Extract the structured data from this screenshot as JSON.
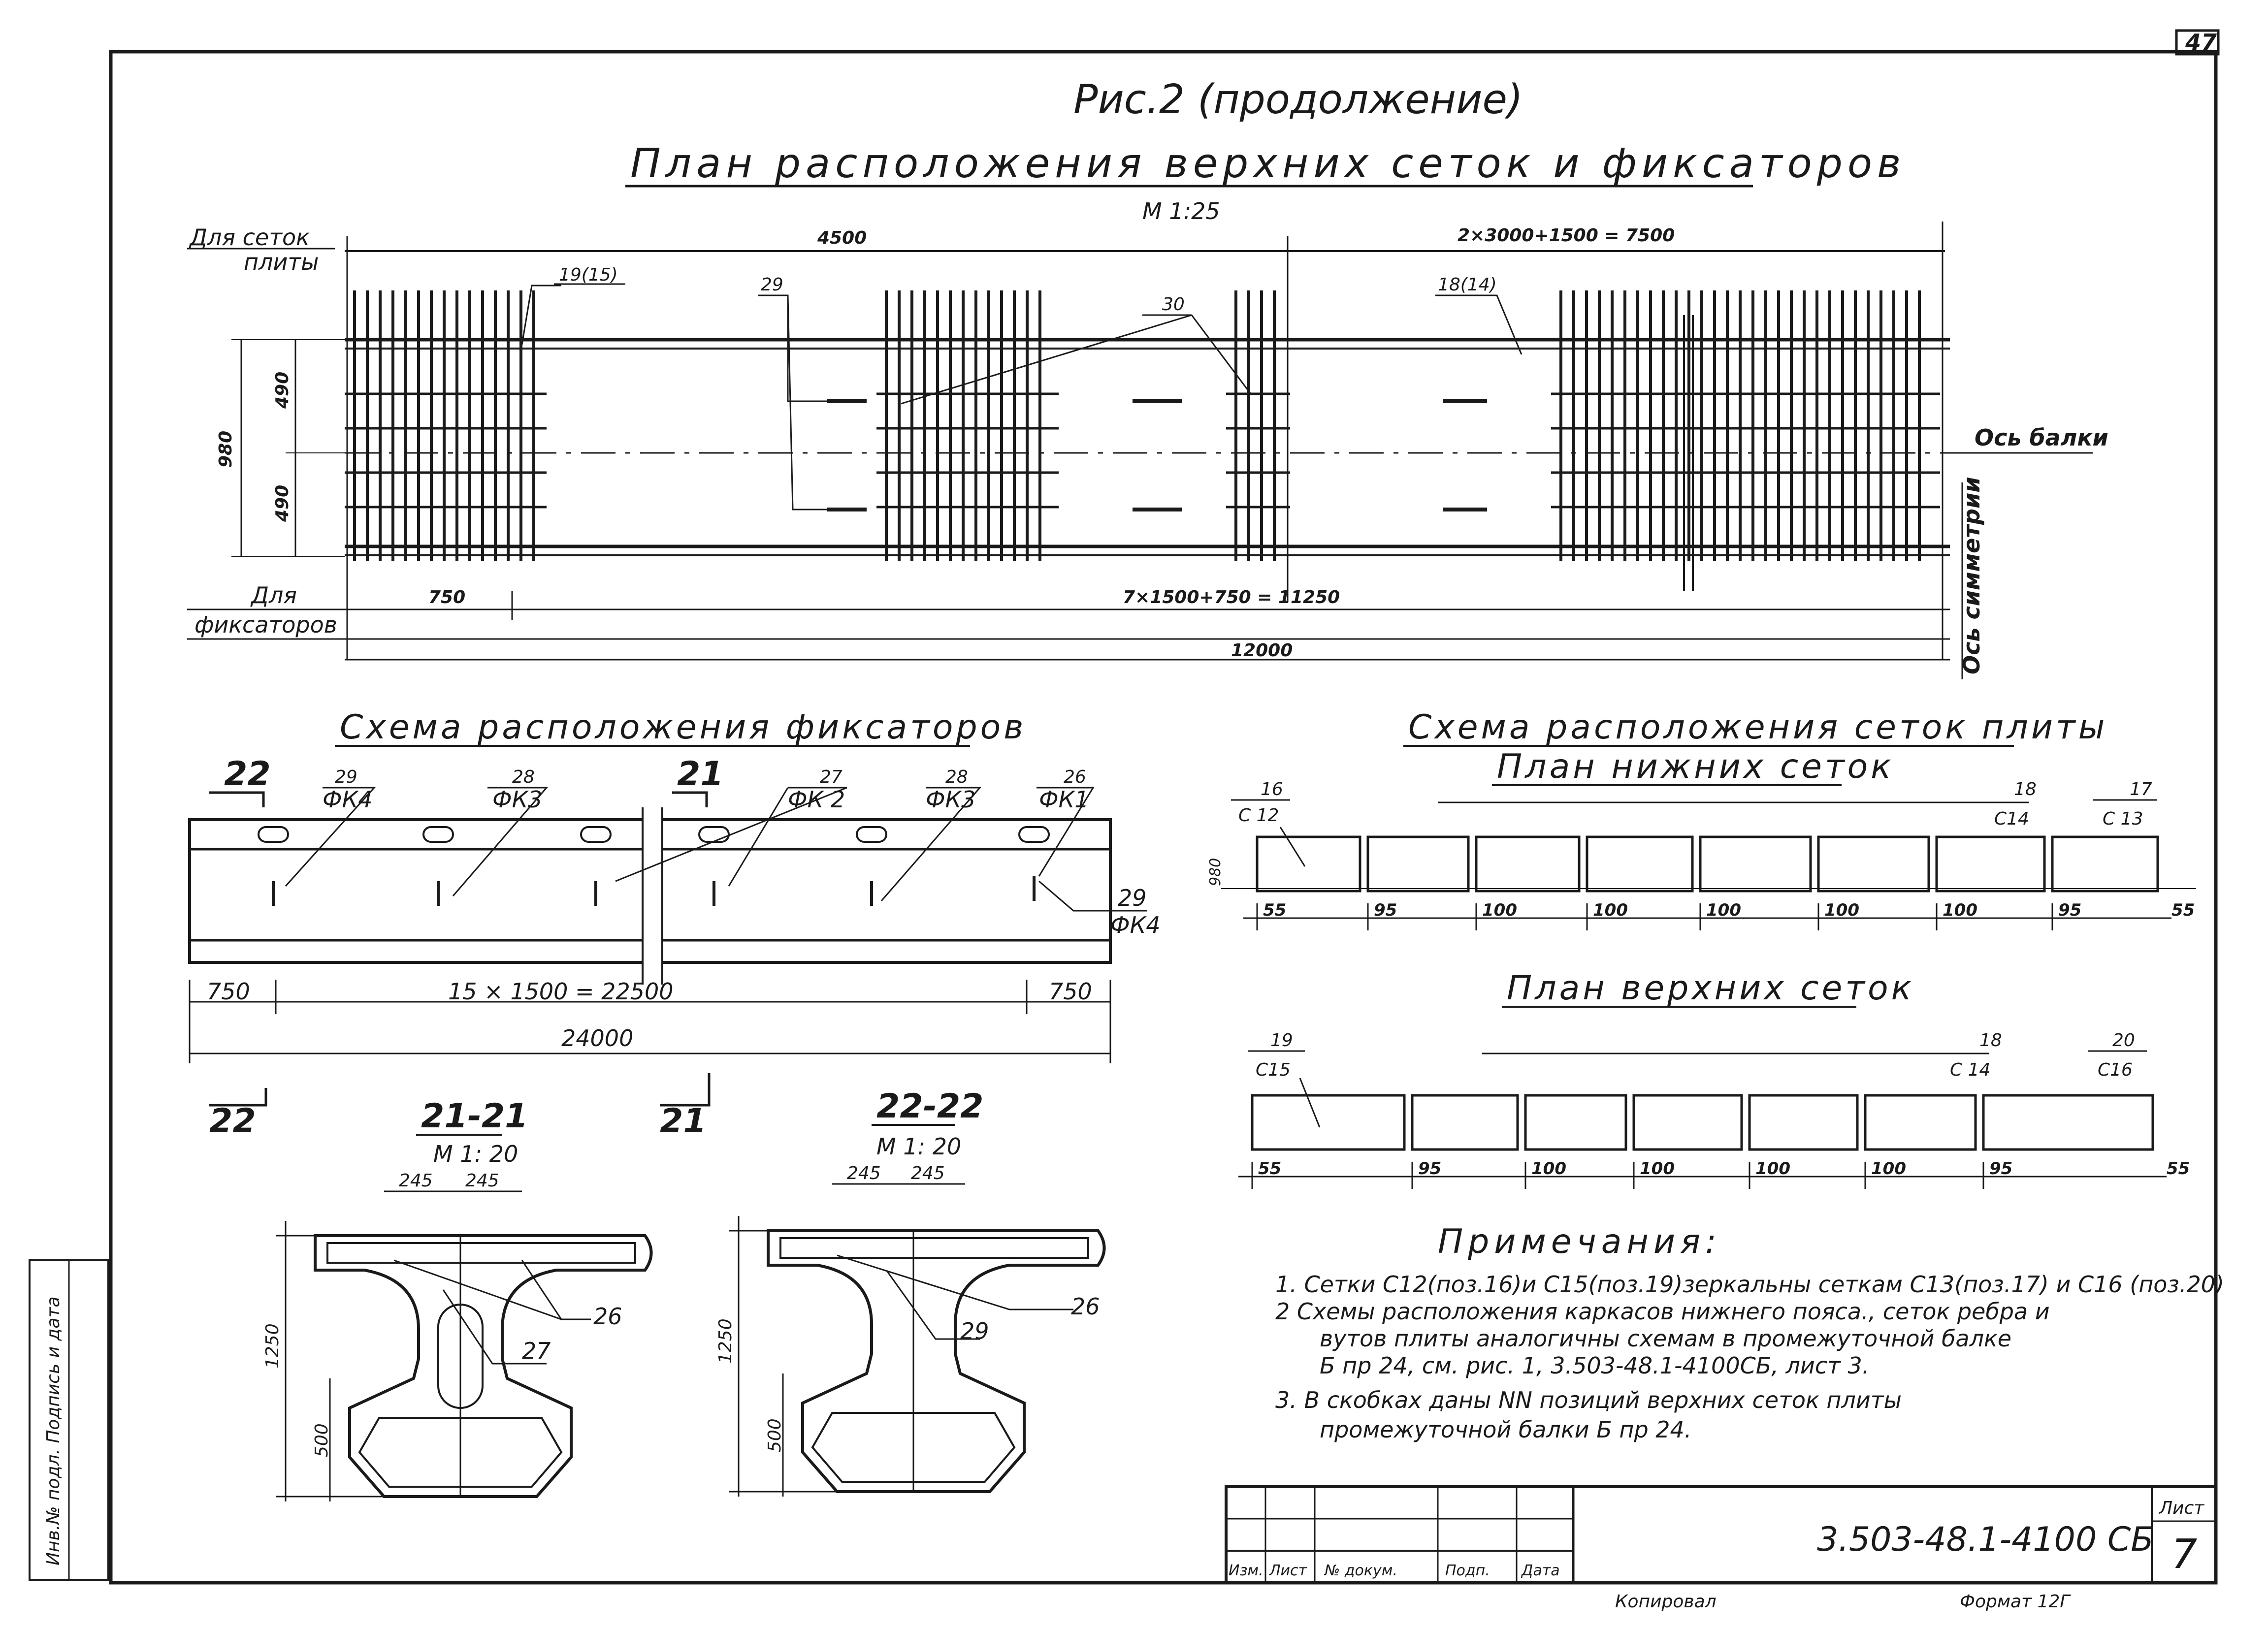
{
  "header": {
    "sheet_corner": "47",
    "figure_title": "Рис.2 (продолжение)",
    "main_title": "План расположения верхних сеток и фиксаторов",
    "scale": "М 1:25"
  },
  "plan": {
    "label_plates_line1": "Для сеток",
    "label_plates_line2": "плиты",
    "label_fix_line1": "Для",
    "label_fix_line2": "фиксаторов",
    "dim_left_top": "4500",
    "dim_right_top": "2×3000+1500 = 7500",
    "dim_vertical_total": "980",
    "dim_vertical_half_top": "490",
    "dim_vertical_half_bottom": "490",
    "dim_fix_start": "750",
    "dim_fix_span": "7×1500+750 = 11250",
    "dim_total": "12000",
    "pos_19_15": "19(15)",
    "pos_29": "29",
    "pos_30": "30",
    "pos_18_14": "18(14)",
    "axis_beam": "Ось балки",
    "axis_symmetry": "Ось симметрии"
  },
  "fix_scheme": {
    "title": "Схема расположения фиксаторов",
    "cut_22": "22",
    "cut_21": "21",
    "labels": [
      {
        "num": "29",
        "code": "ФК4"
      },
      {
        "num": "28",
        "code": "ФК3"
      },
      {
        "num": "27",
        "code": "ФК 2"
      },
      {
        "num": "28",
        "code": "ФК3"
      },
      {
        "num": "26",
        "code": "ФК1"
      }
    ],
    "right_num": "29",
    "right_code": "ФК4",
    "dim_left": "750",
    "dim_mid": "15 × 1500 = 22500",
    "dim_right": "750",
    "dim_total": "24000"
  },
  "sections": {
    "s21_title": "21-21",
    "s21_scale": "М 1: 20",
    "s21_dim_a": "245",
    "s21_dim_b": "245",
    "s21_height": "1250",
    "s21_bottom": "500",
    "s21_pos_a": "26",
    "s21_pos_b": "27",
    "s22_title": "22-22",
    "s22_scale": "М 1: 20",
    "s22_dim_a": "245",
    "s22_dim_b": "245",
    "s22_height": "1250",
    "s22_bottom": "500",
    "s22_pos_a": "26",
    "s22_pos_b": "29"
  },
  "mesh_scheme": {
    "title": "Схема расположения сеток плиты",
    "lower_title": "План нижних сеток",
    "lower_left_num": "16",
    "lower_left_code": "С 12",
    "lower_mid_num": "18",
    "lower_mid_code": "С14",
    "lower_right_num": "17",
    "lower_right_code": "С 13",
    "lower_height": "980",
    "lower_dims": [
      "55",
      "95",
      "100",
      "100",
      "100",
      "100",
      "100",
      "95",
      "55"
    ],
    "upper_title": "План верхних сеток",
    "upper_left_num": "19",
    "upper_left_code": "С15",
    "upper_mid_num": "18",
    "upper_mid_code": "С 14",
    "upper_right_num": "20",
    "upper_right_code": "С16",
    "upper_dims": [
      "55",
      "95",
      "100",
      "100",
      "100",
      "100",
      "95",
      "55"
    ]
  },
  "notes": {
    "title": "Примечания:",
    "items": [
      "1. Сетки С12(поз.16)и С15(поз.19)зеркальны сеткам С13(поз.17) и С16 (поз.20)",
      "2  Схемы расположения каркасов нижнего пояса., сеток ребра и",
      "вутов плиты аналогичны схемам в промежуточной балке",
      "Б пр 24,  см. рис. 1, 3.503-48.1-4100СБ, лист 3.",
      "3.  В скобках даны NN позиций верхних сеток плиты",
      "промежуточной балки Б пр 24."
    ]
  },
  "side_stamp": "Инв.№ подл. Подпись и дата",
  "title_block": {
    "col_izm": "Изм.",
    "col_list": "Лист",
    "col_doc": "№ докум.",
    "col_sign": "Подп.",
    "col_date": "Дата",
    "code": "3.503-48.1-4100 СБ",
    "sheet_label": "Лист",
    "sheet_num": "7",
    "copied": "Копировал",
    "format": "Формат 12Г"
  }
}
